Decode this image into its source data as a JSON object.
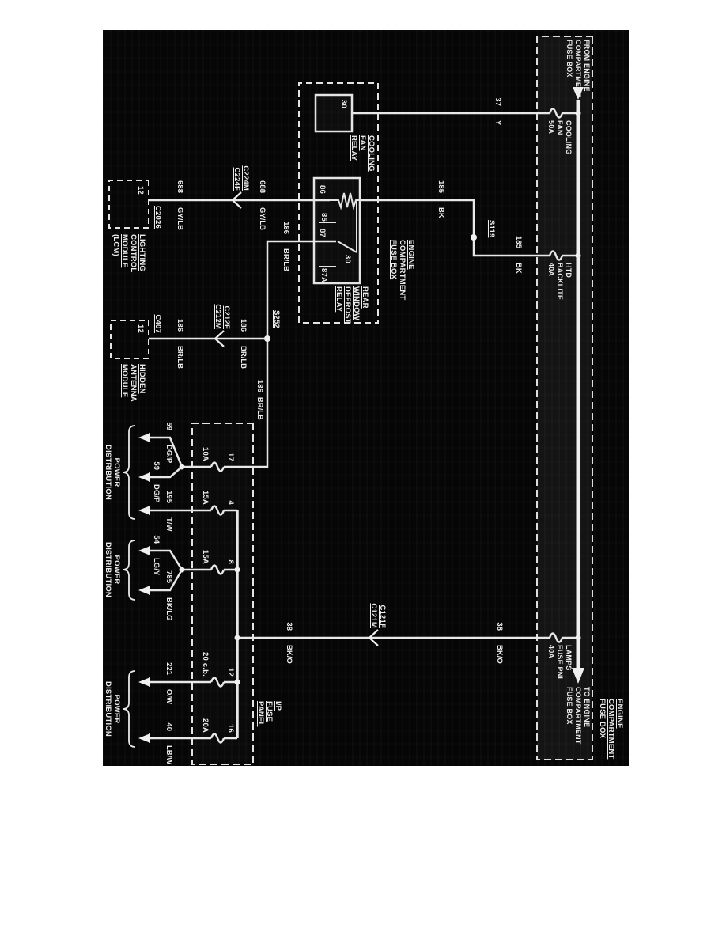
{
  "diagram": {
    "band": {
      "from_lines": [
        "FROM ENGINE",
        "COMPARTMENT",
        "FUSE BOX"
      ],
      "to_lines": [
        "TO ENGINE",
        "COMPARTMENT",
        "FUSE BOX"
      ],
      "title_lines": [
        "ENGINE",
        "COMPARTMENT",
        "FUSE BOX"
      ],
      "fuses": [
        {
          "name_lines": [
            "COOLING",
            "FAN"
          ],
          "rating": "50A"
        },
        {
          "name_lines": [
            "HTD",
            "BACKLITE"
          ],
          "rating": "40A"
        },
        {
          "name_lines": [
            "LAMPS",
            "FUSE PNL"
          ],
          "rating": "40A"
        }
      ]
    },
    "relay_box": {
      "title_lines": [
        "ENGINE",
        "COMPARTMENT",
        "FUSE BOX"
      ],
      "cooling_fan_relay": {
        "label_lines": [
          "COOLING",
          "FAN",
          "RELAY"
        ],
        "terminal": "30"
      },
      "defrost_relay": {
        "label_lines": [
          "REAR",
          "WINDOW",
          "DEFROST",
          "RELAY"
        ],
        "terminals": {
          "t30": "30",
          "t85": "85",
          "t86": "86",
          "t87": "87",
          "t87a": "87A"
        }
      }
    },
    "wires": {
      "w37": {
        "num": "37",
        "color": "Y"
      },
      "w185a": {
        "num": "185",
        "color": "BK"
      },
      "w185b": {
        "num": "185",
        "color": "BK"
      },
      "w688a": {
        "num": "688",
        "color": "GY/LB"
      },
      "w688b": {
        "num": "688",
        "color": "GY/LB"
      },
      "w186a": {
        "num": "186",
        "color": "BR/LB"
      },
      "w186b": {
        "num": "186",
        "color": "BR/LB"
      },
      "w186c": {
        "num": "186",
        "color": "BR/LB"
      },
      "w186d": {
        "num": "186",
        "color": "BR/LB"
      },
      "w38a": {
        "num": "38",
        "color": "BK/O"
      },
      "w38b": {
        "num": "38",
        "color": "BK/O"
      },
      "w59a": {
        "num": "59",
        "color": "DG/P"
      },
      "w59b": {
        "num": "59",
        "color": "DG/P"
      },
      "w195": {
        "num": "195",
        "color": "T/W"
      },
      "w54": {
        "num": "54",
        "color": "LG/Y"
      },
      "w785": {
        "num": "785",
        "color": "BK/LG"
      },
      "w221": {
        "num": "221",
        "color": "O/W"
      },
      "w40": {
        "num": "40",
        "color": "LB/W"
      }
    },
    "splices": {
      "s119": "S119",
      "s252": "S252"
    },
    "connectors": {
      "c224_lines": [
        "C224M",
        "C224F"
      ],
      "c212_lines": [
        "C212F",
        "C212M"
      ],
      "c121_lines": [
        "C121F",
        "C121M"
      ],
      "c2026": "C2026",
      "c407": "C407"
    },
    "lcm": {
      "label_lines": [
        "LIGHTING",
        "CONTROL",
        "MODULE",
        "(LCM)"
      ],
      "terminal": "12"
    },
    "antenna": {
      "label_lines": [
        "HIDDEN",
        "ANTENNA",
        "MODULE"
      ],
      "terminal": "12"
    },
    "ip_panel": {
      "label_lines": [
        "I/P",
        "FUSE",
        "PANEL"
      ],
      "fuses": [
        {
          "terminal": "17",
          "rating": "10A"
        },
        {
          "terminal": "4",
          "rating": "15A"
        },
        {
          "terminal": "8",
          "rating": "15A"
        },
        {
          "terminal": "12",
          "rating": "20 c.b."
        },
        {
          "terminal": "16",
          "rating": "20A"
        }
      ]
    },
    "power_distribution_lines": [
      "POWER",
      "DISTRIBUTION"
    ]
  }
}
